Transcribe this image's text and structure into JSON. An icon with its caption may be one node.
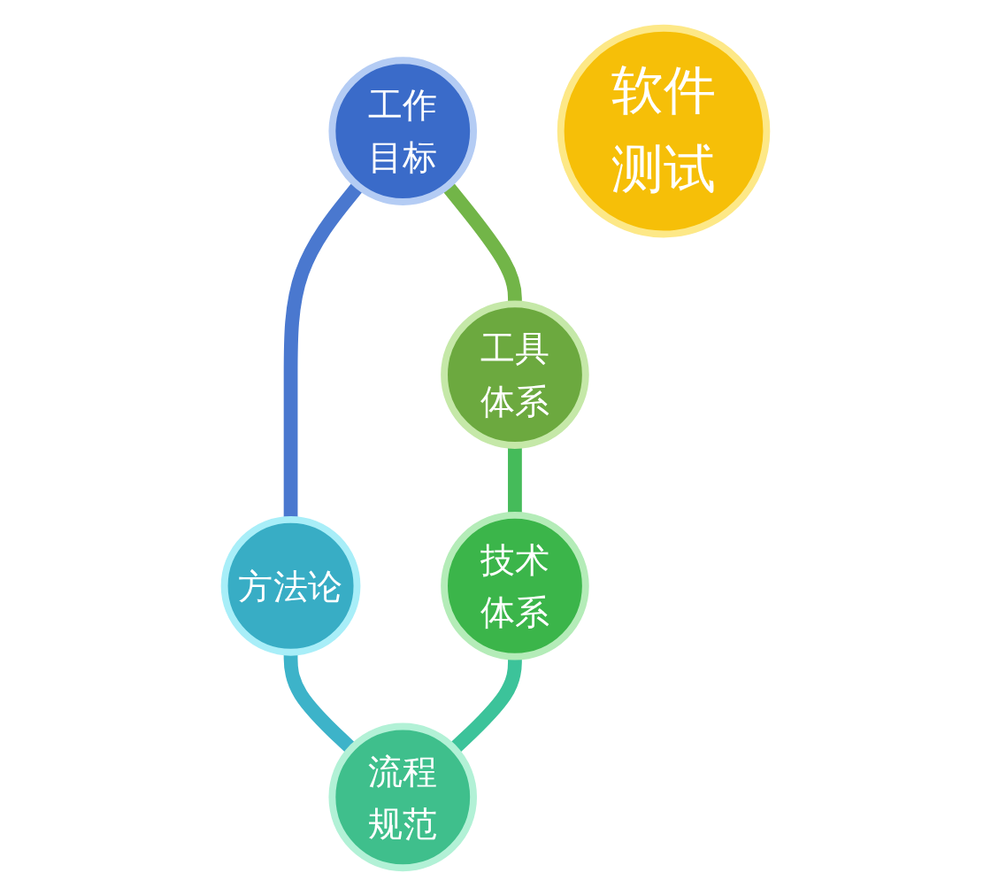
{
  "diagram": {
    "nodes": [
      {
        "text": [
          "工作目标"
        ]
      },
      {
        "text": [
          "工具体系"
        ]
      },
      {
        "text": [
          "方法论"
        ]
      },
      {
        "text": [
          "软件测试"
        ]
      },
      {
        "text": [
          "技术体系"
        ]
      },
      {
        "text": [
          "流程规范"
        ]
      }
    ],
    "edges": [
      {
        "from": 0,
        "to": 1,
        "arrow": "none",
        "color": "#72b548"
      },
      {
        "from": 0,
        "to": 2,
        "arrow": "none",
        "color": "#4a78cf"
      },
      {
        "from": 1,
        "to": 4,
        "arrow": "none",
        "color": "#45bb5a"
      },
      {
        "from": 2,
        "to": 5,
        "arrow": "none",
        "color": "#3db3c9"
      },
      {
        "from": 4,
        "to": 5,
        "arrow": "none",
        "color": "#3cc39a"
      }
    ]
  }
}
